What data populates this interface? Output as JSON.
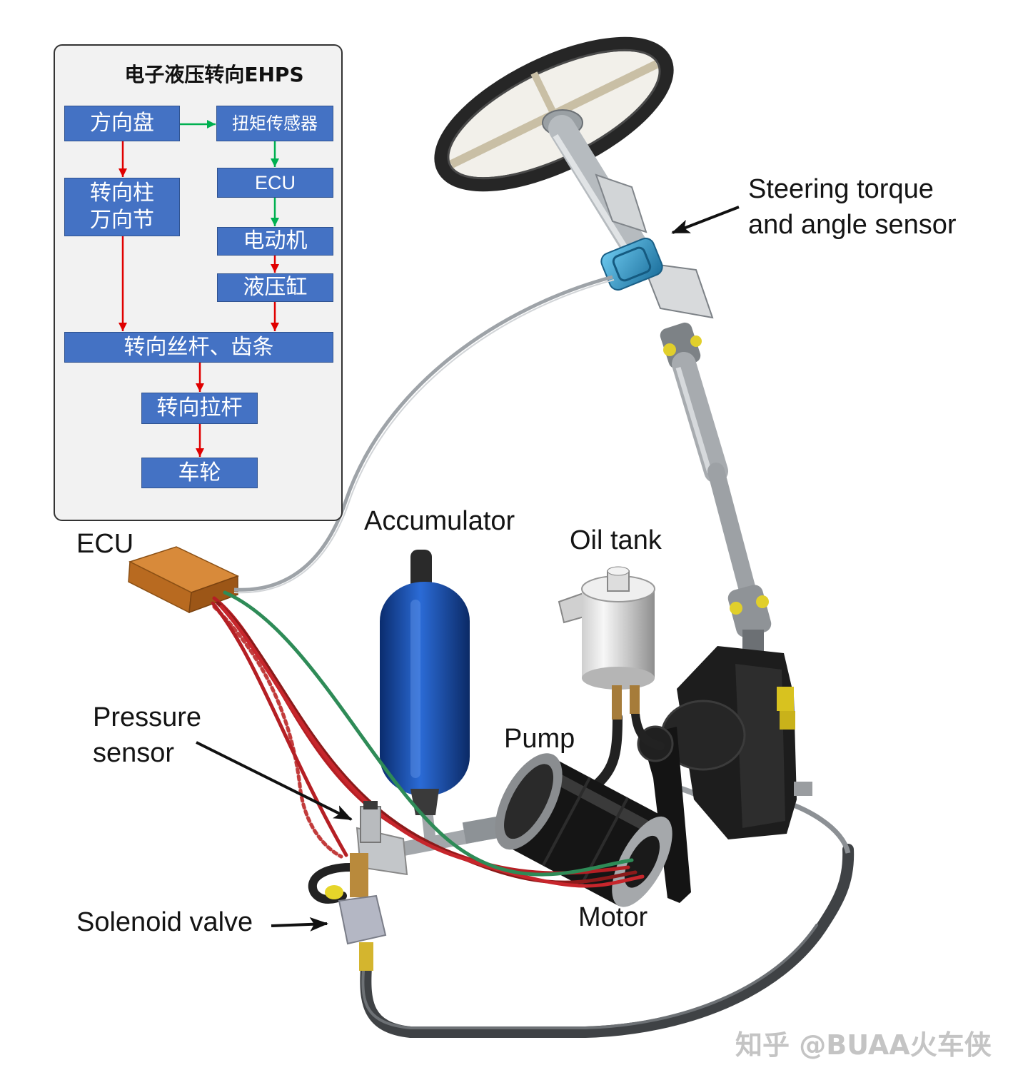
{
  "flowchart": {
    "title": "电子液压转向EHPS",
    "nodes": {
      "steering_wheel": "方向盘",
      "torque_sensor": "扭矩传感器",
      "column_line1": "转向柱",
      "column_line2": "万向节",
      "ecu": "ECU",
      "motor": "电动机",
      "cylinder": "液压缸",
      "rack": "转向丝杆、齿条",
      "tie_rod": "转向拉杆",
      "wheel": "车轮"
    },
    "colors": {
      "box": "#4472c4",
      "signal_arrow": "#00b050",
      "mechanical_arrow": "#e00000"
    }
  },
  "labels": {
    "sensor_line1": "Steering torque",
    "sensor_line2": "and angle sensor",
    "accumulator": "Accumulator",
    "oil_tank": "Oil tank",
    "ecu": "ECU",
    "pressure_line1": "Pressure",
    "pressure_line2": "sensor",
    "pump": "Pump",
    "solenoid": "Solenoid valve",
    "motor": "Motor"
  },
  "watermark": "知乎 @BUAA火车侠"
}
